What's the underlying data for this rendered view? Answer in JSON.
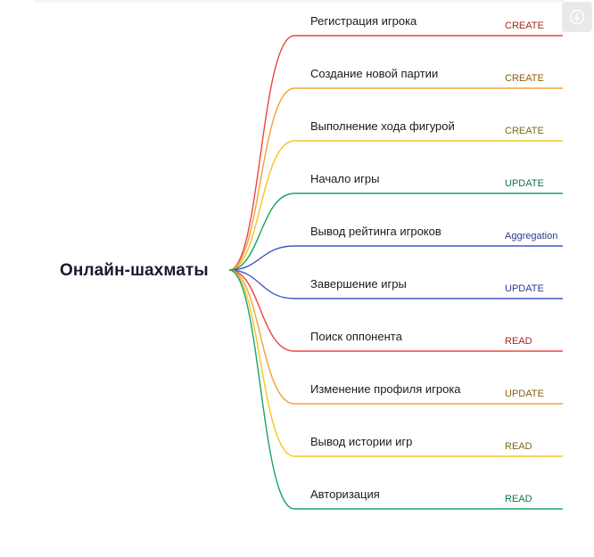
{
  "root": {
    "label": "Онлайн-шахматы"
  },
  "branches": [
    {
      "label": "Регистрация игрока",
      "tag": "CREATE",
      "color": "#e8473f",
      "tag_color": "#9b2a1f"
    },
    {
      "label": "Создание новой партии",
      "tag": "CREATE",
      "color": "#f5a03a",
      "tag_color": "#8a5a12"
    },
    {
      "label": "Выполнение хода фигурой",
      "tag": "CREATE",
      "color": "#f3c623",
      "tag_color": "#7a6a10"
    },
    {
      "label": "Начало игры",
      "tag": "UPDATE",
      "color": "#1aa566",
      "tag_color": "#12724a"
    },
    {
      "label": "Вывод рейтинга игроков",
      "tag": "Aggregation",
      "color": "#4357c5",
      "tag_color": "#2b3a8f"
    },
    {
      "label": "Завершение игры",
      "tag": "UPDATE",
      "color": "#4357c5",
      "tag_color": "#2b3a8f"
    },
    {
      "label": "Поиск оппонента",
      "tag": "READ",
      "color": "#e8473f",
      "tag_color": "#9b2a1f"
    },
    {
      "label": "Изменение профиля игрока",
      "tag": "UPDATE",
      "color": "#f5a03a",
      "tag_color": "#8a5a12"
    },
    {
      "label": "Вывод истории игр",
      "tag": "READ",
      "color": "#f3c623",
      "tag_color": "#7a6a10"
    },
    {
      "label": "Авторизация",
      "tag": "READ",
      "color": "#1aa566",
      "tag_color": "#12724a"
    }
  ],
  "toolbar": {
    "icon": "download-icon"
  }
}
